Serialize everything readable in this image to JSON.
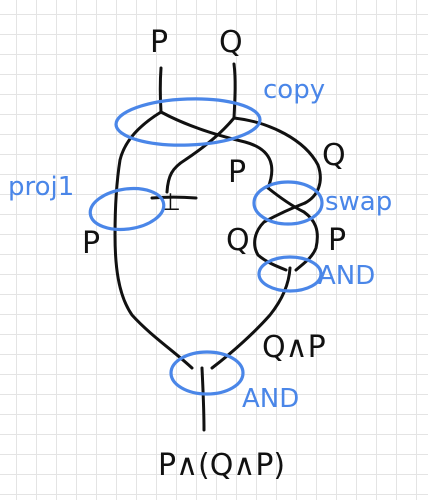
{
  "colors": {
    "ink": "#111111",
    "annotation": "#4a86e8",
    "grid": "#e4e4e4"
  },
  "diagram": {
    "inputs": {
      "left": "P",
      "right": "Q"
    },
    "wire_labels": {
      "left_after_copy": "P",
      "inner_p": "P",
      "outer_q": "Q",
      "q_after_swap": "Q",
      "p_after_swap": "P",
      "q_and_p": "Q∧P"
    },
    "bottom_symbol": "⊥",
    "output": "P∧(Q∧P)",
    "annotations": {
      "copy": "copy",
      "proj1": "proj1",
      "swap": "swap",
      "and_top": "AND",
      "and_bottom": "AND"
    }
  }
}
